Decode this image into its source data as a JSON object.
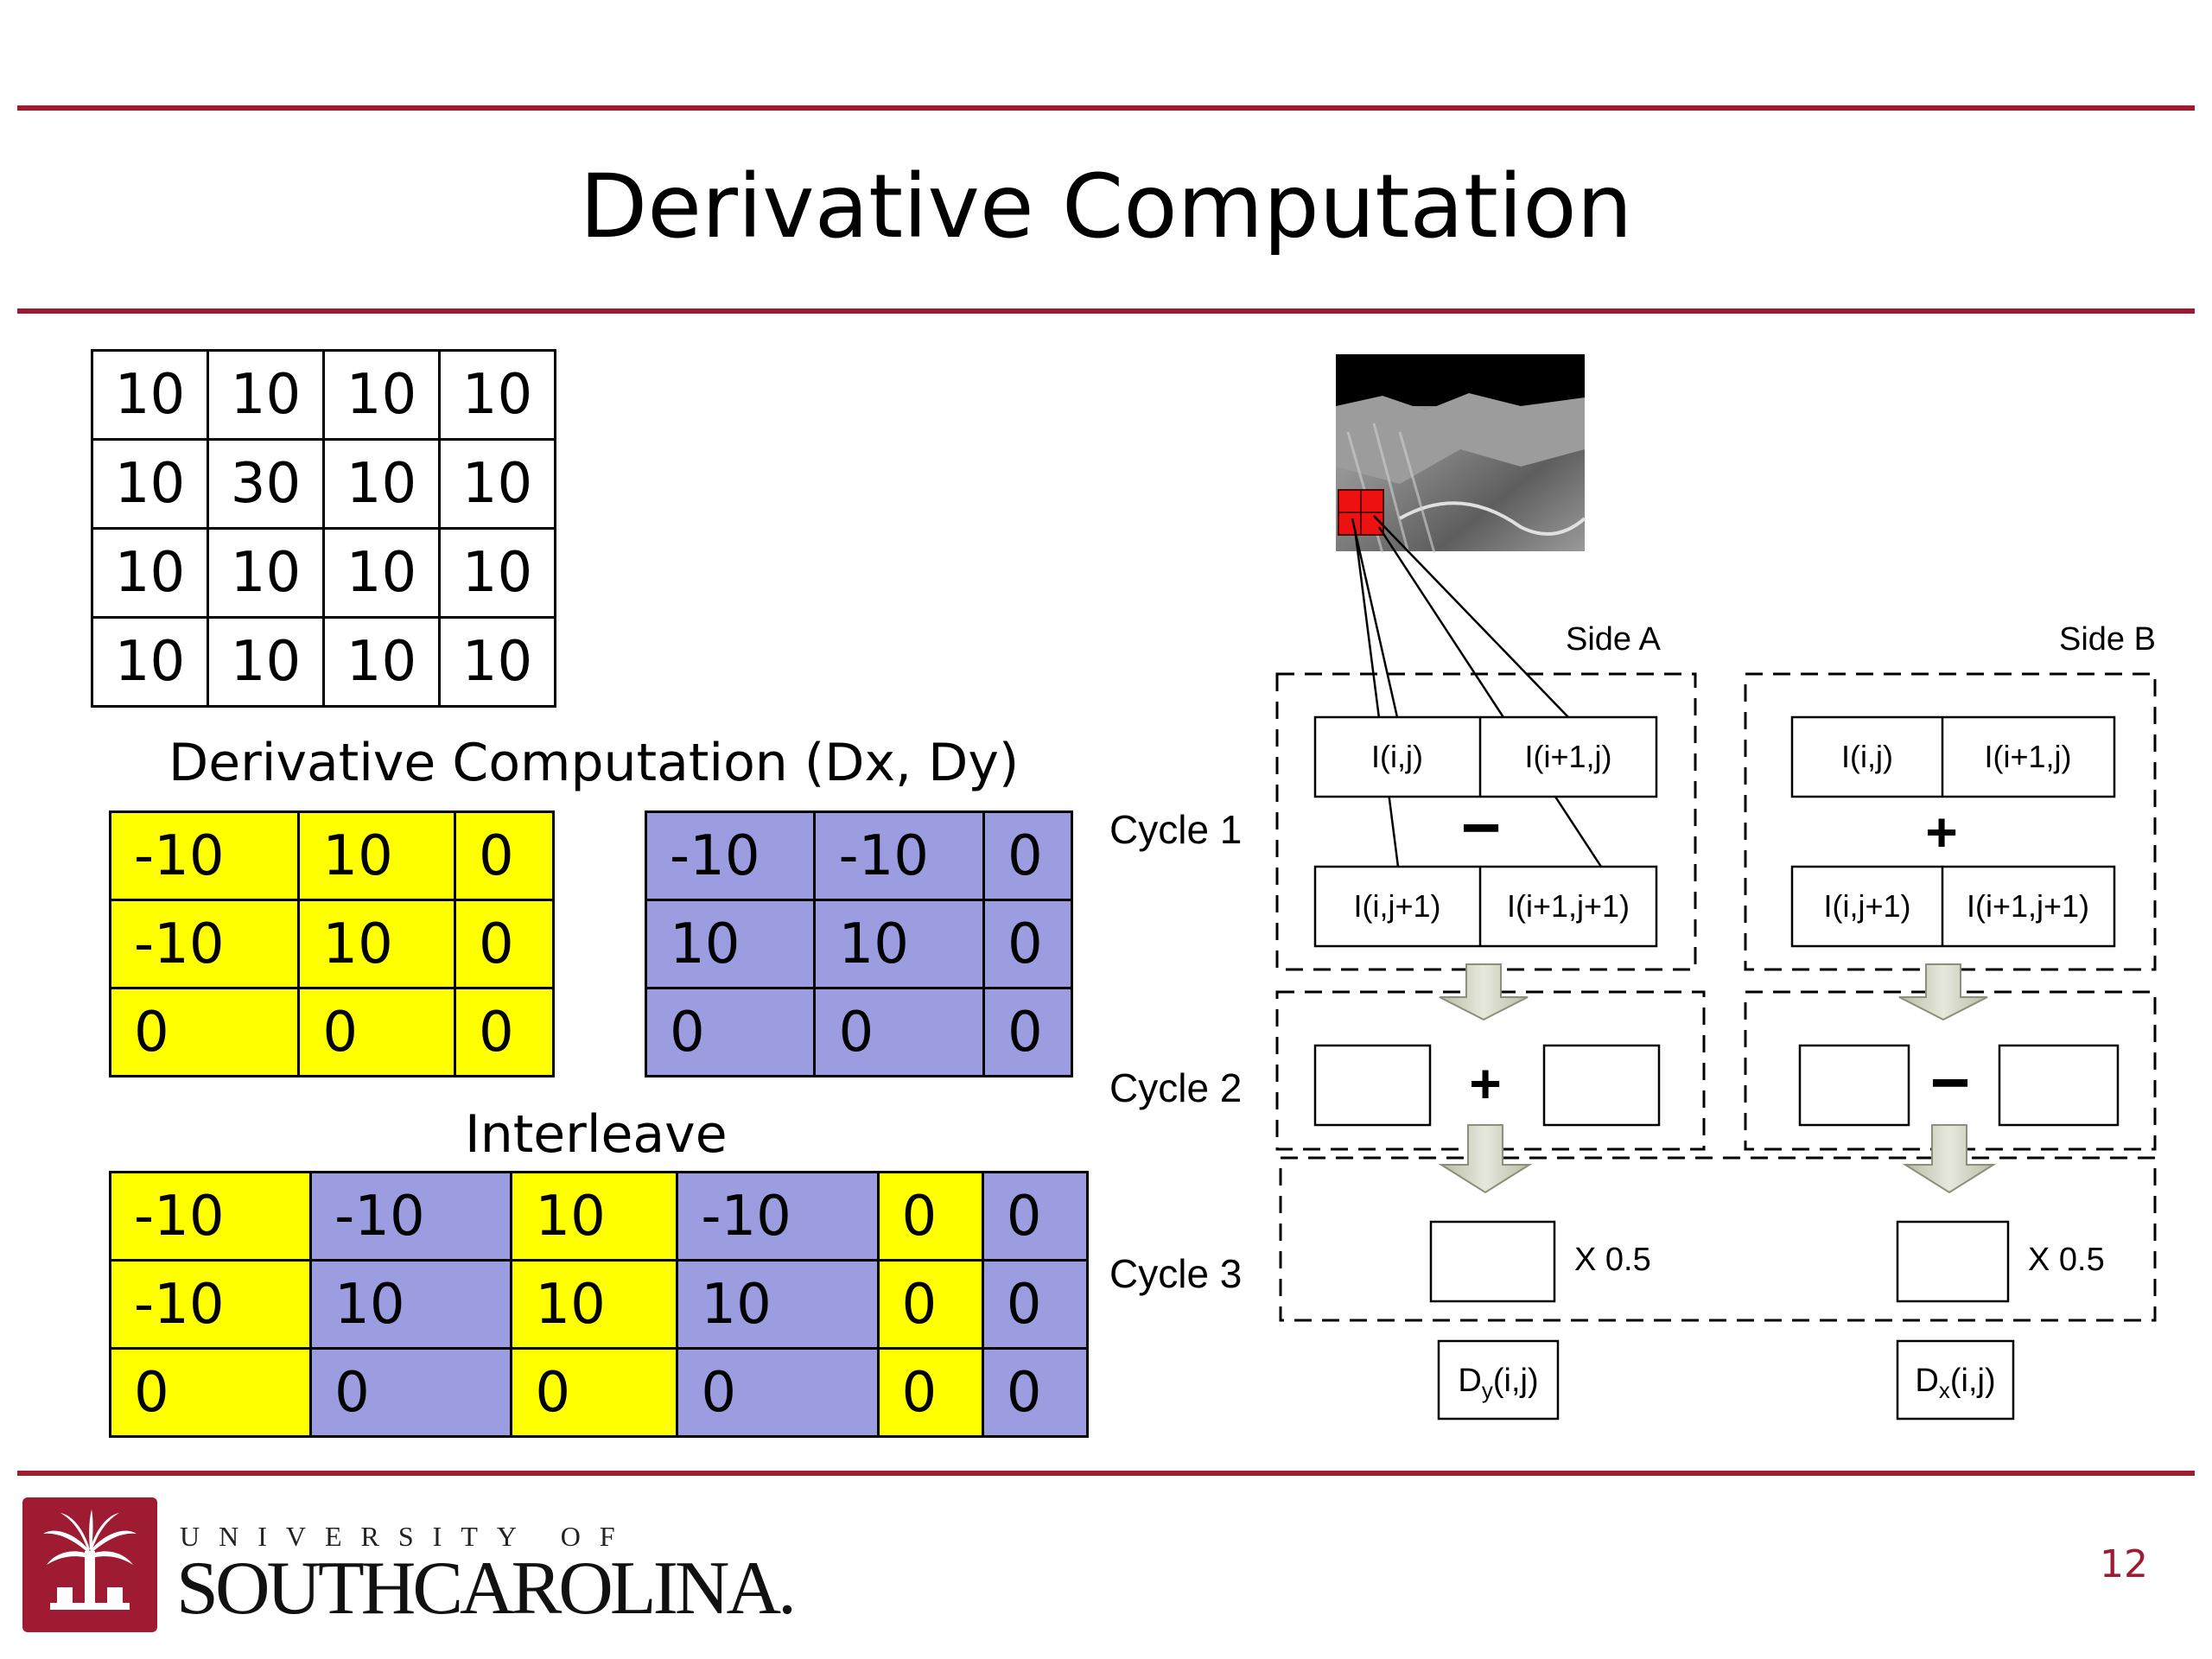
{
  "title": "Derivative Computation",
  "image_matrix": [
    [
      "10",
      "10",
      "10",
      "10"
    ],
    [
      "10",
      "30",
      "10",
      "10"
    ],
    [
      "10",
      "10",
      "10",
      "10"
    ],
    [
      "10",
      "10",
      "10",
      "10"
    ]
  ],
  "derivative_label": "Derivative Computation (Dx, Dy)",
  "dx_matrix": [
    [
      "-10",
      "10",
      "0"
    ],
    [
      "-10",
      "10",
      "0"
    ],
    [
      "0",
      "0",
      "0"
    ]
  ],
  "dy_matrix": [
    [
      "-10",
      "-10",
      "0"
    ],
    [
      "10",
      "10",
      "0"
    ],
    [
      "0",
      "0",
      "0"
    ]
  ],
  "interleave_label": "Interleave",
  "interleave_matrix": [
    [
      "-10",
      "-10",
      "10",
      "-10",
      "0",
      "0"
    ],
    [
      "-10",
      "10",
      "10",
      "10",
      "0",
      "0"
    ],
    [
      "0",
      "0",
      "0",
      "0",
      "0",
      "0"
    ]
  ],
  "diagram": {
    "side_a": "Side A",
    "side_b": "Side B",
    "cycle1": "Cycle 1",
    "cycle2": "Cycle 2",
    "cycle3": "Cycle 3",
    "a_top_left": "I(i,j)",
    "a_top_right": "I(i+1,j)",
    "a_bottom_left": "I(i,j+1)",
    "a_bottom_right": "I(i+1,j+1)",
    "b_top_left": "I(i,j)",
    "b_top_right": "I(i+1,j)",
    "b_bottom_left": "I(i,j+1)",
    "b_bottom_right": "I(i+1,j+1)",
    "a_cycle1_op": "−",
    "b_cycle1_op": "+",
    "a_cycle2_op": "+",
    "b_cycle2_op": "−",
    "a_scale": "X 0.5",
    "b_scale": "X 0.5",
    "out_a_base": "D",
    "out_a_sub": "y",
    "out_a_tail": "(i,j)",
    "out_b_base": "D",
    "out_b_sub": "x",
    "out_b_tail": "(i,j)"
  },
  "footer": {
    "university_of": "UNIVERSITY OF",
    "university_name": "SOUTHCAROLINA.",
    "page_number": "12"
  },
  "colors": {
    "accent": "#9e1b32",
    "dx_cell": "#ffff00",
    "dy_cell": "#9b9de0"
  }
}
